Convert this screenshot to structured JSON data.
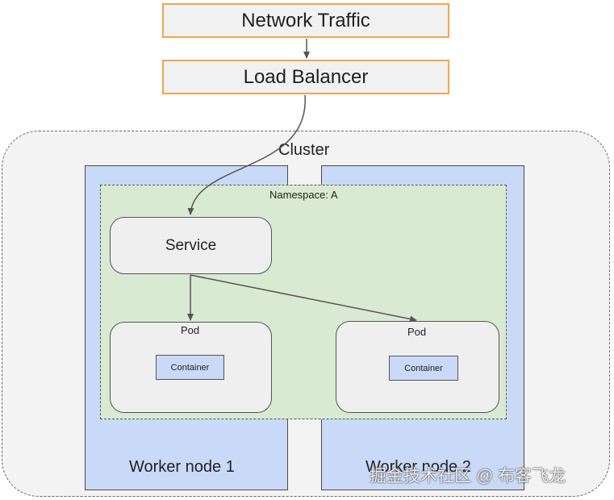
{
  "top": {
    "network_traffic": "Network Traffic",
    "load_balancer": "Load Balancer"
  },
  "cluster": {
    "label": "Cluster",
    "namespace_label": "Namespace: A",
    "service_label": "Service",
    "pods": [
      {
        "label": "Pod",
        "container": "Container"
      },
      {
        "label": "Pod",
        "container": "Container"
      }
    ],
    "worker_nodes": [
      "Worker node 1",
      "Worker node 2"
    ]
  },
  "watermark": "掘金技术社区 @ 布客飞龙",
  "colors": {
    "top_border": "#f0a64a",
    "worker_fill": "#c9daf8",
    "namespace_fill": "#d9ead3",
    "cluster_fill": "#f3f3f3"
  }
}
